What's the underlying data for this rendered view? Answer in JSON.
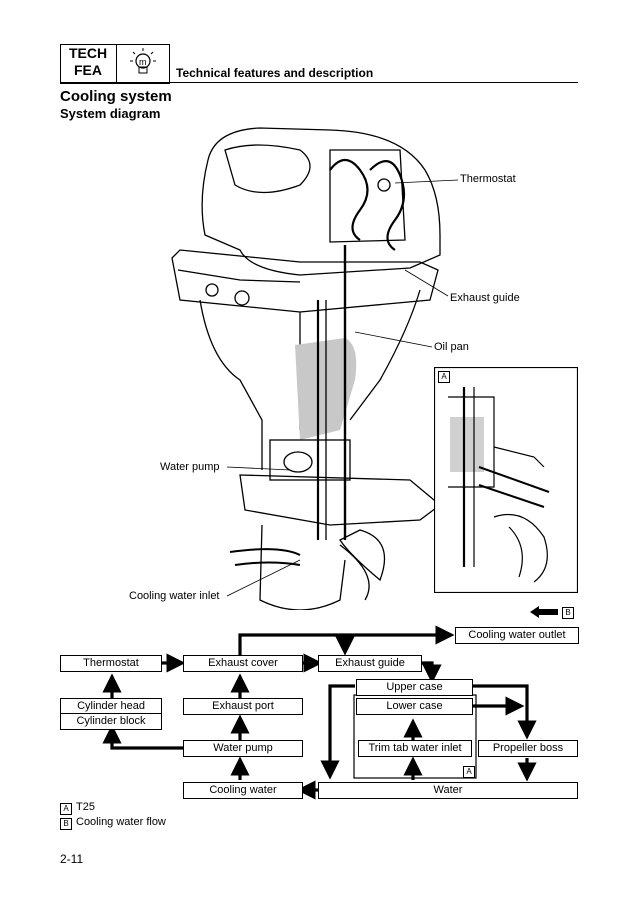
{
  "header": {
    "tech_line1": "TECH",
    "tech_line2": "FEA",
    "icon": "lightbulb-icon",
    "section_title": "Technical features and description"
  },
  "title": "Cooling system",
  "subtitle": "System diagram",
  "diagram_labels": {
    "thermostat": "Thermostat",
    "exhaust_guide": "Exhaust guide",
    "oil_pan": "Oil pan",
    "water_pump": "Water pump",
    "cooling_water_inlet": "Cooling water inlet",
    "inset_tag": "A",
    "flow_tag": "B"
  },
  "flow": {
    "cooling_water_outlet": "Cooling water outlet",
    "thermostat": "Thermostat",
    "exhaust_cover": "Exhaust cover",
    "exhaust_guide": "Exhaust guide",
    "upper_case": "Upper case",
    "lower_case": "Lower case",
    "cylinder_head": "Cylinder head",
    "cylinder_block": "Cylinder block",
    "exhaust_port": "Exhaust port",
    "water_pump": "Water pump",
    "trim_tab_water_inlet": "Trim tab water inlet",
    "propeller_boss": "Propeller boss",
    "cooling_water": "Cooling water",
    "water": "Water",
    "tag_a": "A"
  },
  "legend": [
    {
      "tag": "A",
      "text": "T25"
    },
    {
      "tag": "B",
      "text": "Cooling water flow"
    }
  ],
  "page_number": "2-11"
}
